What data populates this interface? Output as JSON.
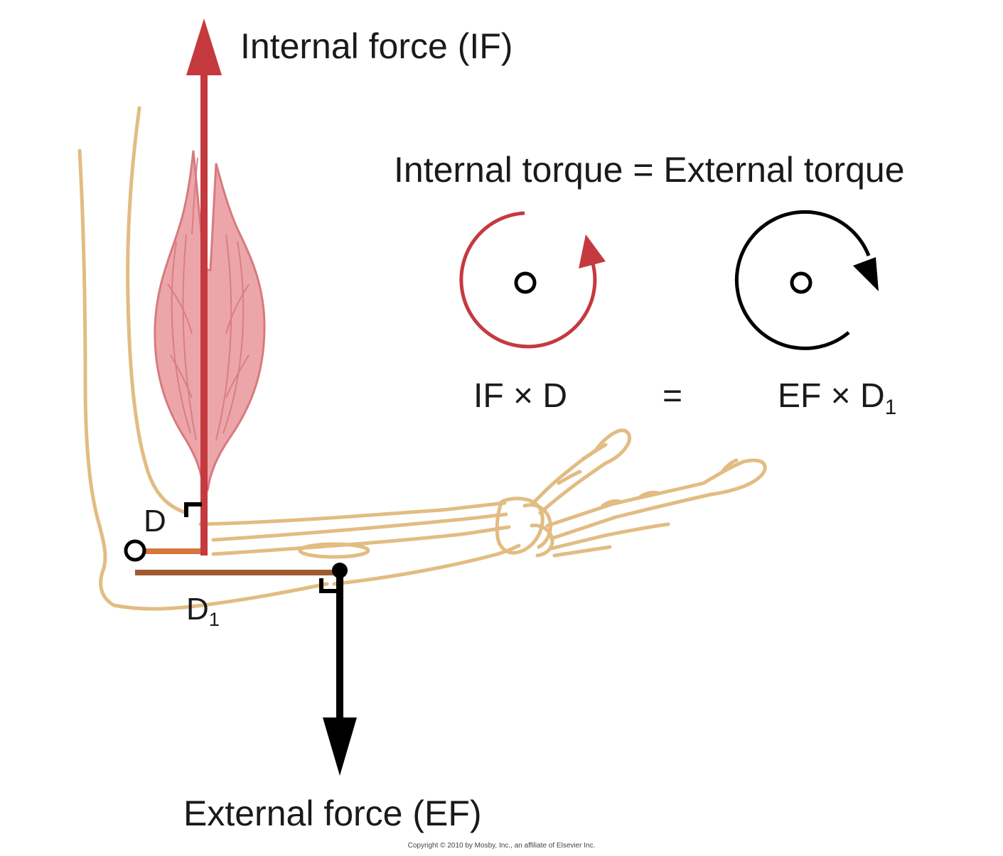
{
  "labels": {
    "internal_force": "Internal force (IF)",
    "torque_equation": "Internal torque = External torque",
    "external_force": "External force (EF)",
    "d": "D",
    "d1_base": "D",
    "d1_sub": "1",
    "formula_left": "IF × D",
    "formula_equals": "=",
    "formula_right_base": "EF × D",
    "formula_right_sub": "1",
    "copyright": "Copyright © 2010 by Mosby, Inc., an affiliate of Elsevier Inc."
  },
  "colors": {
    "internal_force": "#c43a3f",
    "external_force": "#000000",
    "bone_outline": "#e2bc82",
    "muscle_fill": "#eca6a9",
    "muscle_line": "#d77a80",
    "d_lever": "#d5763e",
    "d1_lever": "#9d5a2f"
  }
}
